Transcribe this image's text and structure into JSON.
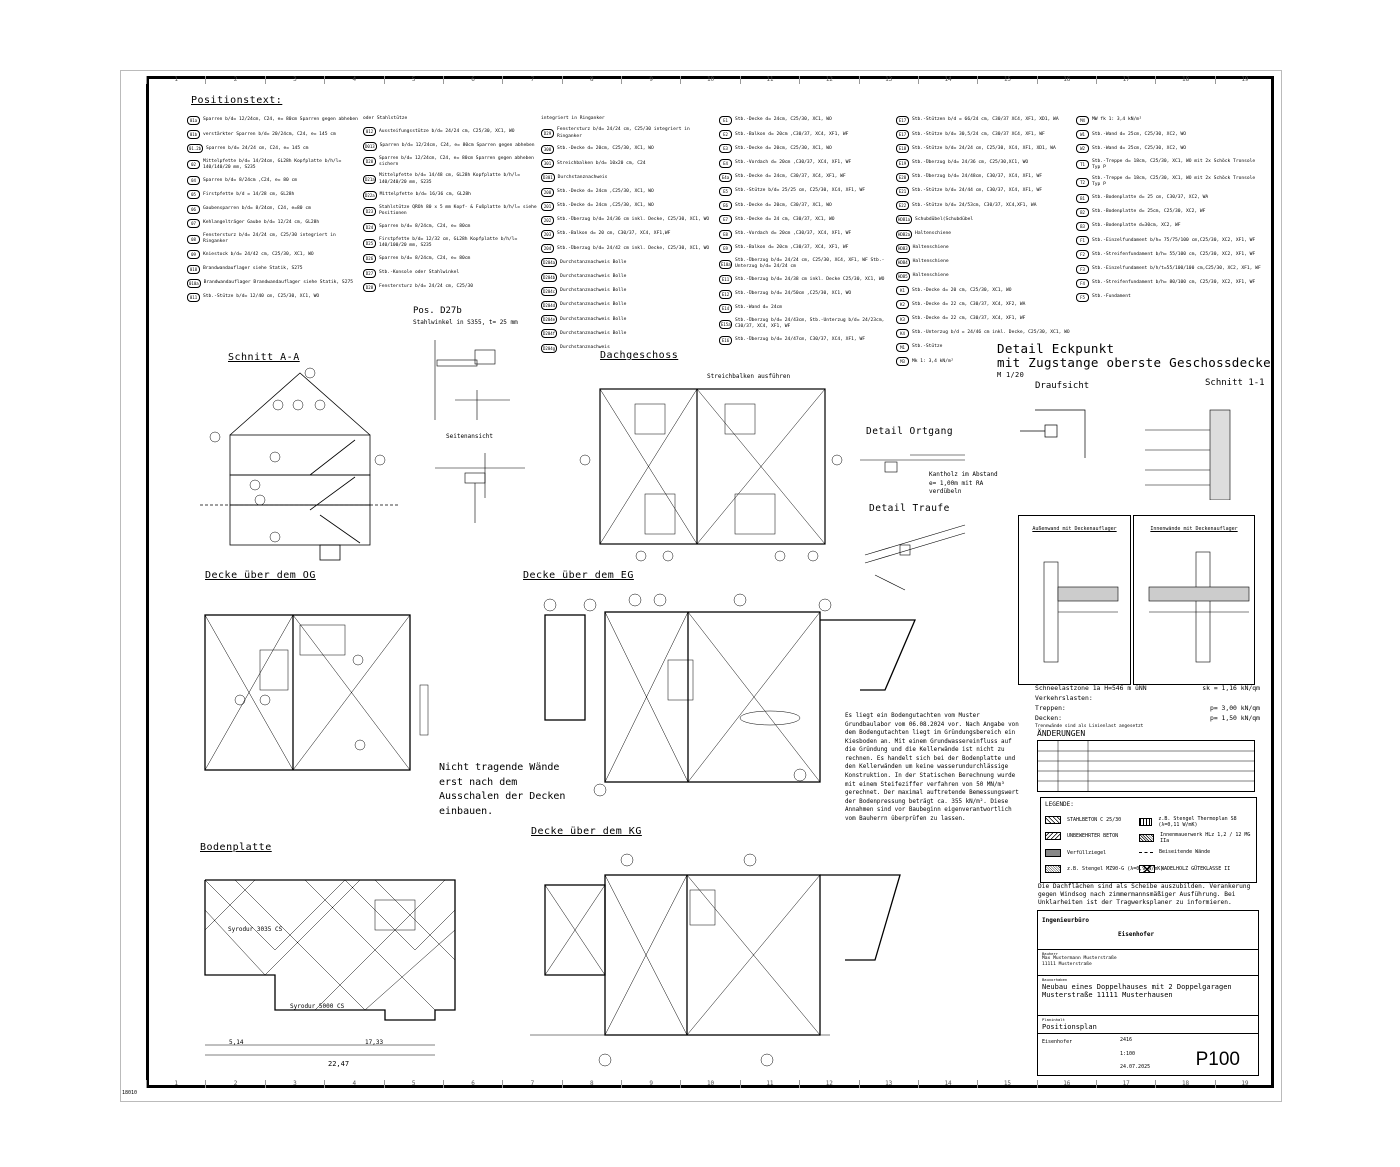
{
  "sheet": {
    "column_numbers": [
      "1",
      "2",
      "3",
      "4",
      "5",
      "6",
      "7",
      "8",
      "9",
      "10",
      "11",
      "12",
      "13",
      "14",
      "15",
      "16",
      "17",
      "18",
      "19"
    ],
    "corner_label": "18010"
  },
  "position_text": {
    "title": "Positionstext:",
    "col1": [
      {
        "tag": "01a",
        "text": "Sparren b/d= 12/24cm, C24, e= 80cm Sparren gegen abheben"
      },
      {
        "tag": "01b",
        "text": "verstärkter Sparren b/d= 20/24cm, C24, e= 145 cm"
      },
      {
        "tag": "01.2b",
        "text": "Sparren b/d= 24/24 cm, C24, e= 145 cm"
      },
      {
        "tag": "02",
        "text": "Mittelpfette b/d= 14/24cm, GL28h Kopfplatte b/h/l= 140/140/20 mm, S235"
      },
      {
        "tag": "04",
        "text": "Sparren b/d= 8/24cm ,C24, e= 80 cm"
      },
      {
        "tag": "05",
        "text": "Firstpfette b/d = 14/28 cm, GL28h"
      },
      {
        "tag": "06",
        "text": "Gaubensparren b/d= 8/24cm, C24, e=80 cm"
      },
      {
        "tag": "07",
        "text": "Kehlangelträger Gaube b/d= 12/24 cm, GL28h"
      },
      {
        "tag": "08",
        "text": "Fenstersturz b/d= 24/24 cm, C25/30 integriert in Ringanker"
      },
      {
        "tag": "09",
        "text": "Kniestock b/d= 24/42 cm, C25/30, XC1, WO"
      },
      {
        "tag": "010",
        "text": "Brandwandauflager siehe Statik, S275"
      },
      {
        "tag": "010a",
        "text": "Brandwandauflager Brandwandauflager siehe Statik, S275"
      },
      {
        "tag": "011",
        "text": "Stb.-Stütze b/d= 12/40 cm, C25/30, XC1, WO"
      }
    ],
    "col2": [
      {
        "tag": "",
        "text": "oder Stahlstütze"
      },
      {
        "tag": "012",
        "text": "Aussteifungsstütze b/d= 24/24 cm, C25/30, XC1, WO"
      },
      {
        "tag": "D013",
        "text": "Sparren b/d= 12/24cm, C24, e= 80cm Sparren gegen abheben"
      },
      {
        "tag": "D20",
        "text": "Sparren b/d= 12/24cm, C24, e= 80cm Sparren gegen abheben sichern"
      },
      {
        "tag": "D21a",
        "text": "Mittelpfette b/d= 14/48 cm, GL28h Kopfplatte b/h/l= 140/240/20 mm, S235"
      },
      {
        "tag": "D22a",
        "text": "Mittelpfette b/d= 16/36 cm, GL28h"
      },
      {
        "tag": "D23",
        "text": "Stahlstütze QROh 80 x 5 mm Kopf- & Fußplatte b/h/l= siehe Positionen"
      },
      {
        "tag": "D24",
        "text": "Sparren b/d= 8/24cm, C24, e= 80cm"
      },
      {
        "tag": "D25",
        "text": "Firstpfette b/d= 12/32 cm, GL28h Kopfplatte b/h/l= 140/100/20 mm, S235"
      },
      {
        "tag": "D26",
        "text": "Sparren b/d= 8/24cm, C24, e= 80cm"
      },
      {
        "tag": "D27",
        "text": "Stb.-Konsole oder Stahlwinkel"
      },
      {
        "tag": "D28",
        "text": "Fenstersturz b/d= 24/24 cm, C25/30"
      }
    ],
    "col3": [
      {
        "tag": "",
        "text": "integriert in Ringanker"
      },
      {
        "tag": "D29",
        "text": "Fenstersturz b/d= 24/24 cm, C25/30 integriert in Ringanker"
      },
      {
        "tag": "300",
        "text": "Stb.-Decke d= 20cm, C25/30, XC1, WO"
      },
      {
        "tag": "301",
        "text": "Streichbalken b/d= 10x20 cm, C24"
      },
      {
        "tag": "D301",
        "text": "Durchstanznachweis"
      },
      {
        "tag": "200",
        "text": "Stb.-Decke d= 24cm ,C25/30, XC1, WO"
      },
      {
        "tag": "201",
        "text": "Stb.-Decke d= 24cm ,C25/30, XC1, WO"
      },
      {
        "tag": "202",
        "text": "Stb.-Überzug b/d= 24/36 cm inkl. Decke, C25/30, XC1, WO"
      },
      {
        "tag": "203",
        "text": "Stb.-Balkon d= 20 cm, C30/37, XC4, XF1,WF"
      },
      {
        "tag": "204",
        "text": "Stb.-Überzug b/d= 24/42 cm inkl. Decke, C25/30, XC1, WO"
      },
      {
        "tag": "D204a",
        "text": "Durchstanznachweis Bolle"
      },
      {
        "tag": "D204b",
        "text": "Durchstanznachweis Bolle"
      },
      {
        "tag": "D204c",
        "text": "Durchstanznachweis Bolle"
      },
      {
        "tag": "D204d",
        "text": "Durchstanznachweis Bolle"
      },
      {
        "tag": "D204e",
        "text": "Durchstanznachweis Bolle"
      },
      {
        "tag": "D204f",
        "text": "Durchstanznachweis Bolle"
      },
      {
        "tag": "D204g",
        "text": "Durchstanznachweis"
      }
    ],
    "col4": [
      {
        "tag": "E1",
        "text": "Stb.-Decke d= 24cm, C25/30, XC1, WO"
      },
      {
        "tag": "E2",
        "text": "Stb.-Balkon d= 20cm ,C30/37, XC4, XF1, WF"
      },
      {
        "tag": "E3",
        "text": "Stb.-Decke d= 20cm, C25/30, XC1, WO"
      },
      {
        "tag": "E4",
        "text": "Stb.-Vordach d= 20cm ,C30/37, XC4, XF1, WF"
      },
      {
        "tag": "E4a",
        "text": "Stb.-Decke d= 24cm, C30/37, XC4, XF1, WF"
      },
      {
        "tag": "E5",
        "text": "Stb.-Stütze b/d= 25/25 cm, C25/30, XC4, XF1, WF"
      },
      {
        "tag": "E6",
        "text": "Stb.-Decke d= 20cm, C30/37, XC1, WO"
      },
      {
        "tag": "E7",
        "text": "Stb.-Decke d= 24 cm, C30/37, XC1, WO"
      },
      {
        "tag": "E8",
        "text": "Stb.-Vordach d= 20cm ,C30/37, XC4, XF1, WF"
      },
      {
        "tag": "E9",
        "text": "Stb.-Balkon d= 20cm ,C30/37, XC4, XF1, WF"
      },
      {
        "tag": "E10a",
        "text": "Stb.-Überzug b/d= 24/24 cm, C25/30, XC4, XF1, WF Stb.-Unterzug b/d= 24/24 cm"
      },
      {
        "tag": "E11",
        "text": "Stb.-Überzug b/d= 24/38 cm inkl. Decke C25/30, XC1, WO"
      },
      {
        "tag": "E12",
        "text": "Stb.-Überzug b/d= 24/50cm ,C25/30, XC1, WO"
      },
      {
        "tag": "E14",
        "text": "Stb.-Wand d= 24cm"
      },
      {
        "tag": "E15a",
        "text": "Stb.-Überzug b/d= 24/43cm, Stb.-Unterzug b/d= 24/23cm, C30/37, XC4, XF1, WF"
      },
      {
        "tag": "E16",
        "text": "Stb.-Überzug b/d= 24/47cm, C30/37, XC4, XF1, WF"
      }
    ],
    "col5": [
      {
        "tag": "E17",
        "text": "Stb.-Stützen b/d = 66/24 cm, C30/37 XC4, XF1, XD1, WA"
      },
      {
        "tag": "E17",
        "text": "Stb.-Stütze b/d= 30,5/24 cm, C30/37 XC4, XF1, WF"
      },
      {
        "tag": "E18",
        "text": "Stb.-Stütze b/d= 24/24 cm, C25/30, XC4, XF1, XD1, WA"
      },
      {
        "tag": "E19",
        "text": "Stb.-Überzug b/d= 24/36 cm, C25/30,XC1, WO"
      },
      {
        "tag": "E20",
        "text": "Stb.-Überzug b/d= 24/48cm, C30/37, XC4, XF1, WF"
      },
      {
        "tag": "E21",
        "text": "Stb.-Stütze b/d= 24/44 cm, C30/37, XC4, XF1, WF"
      },
      {
        "tag": "E22",
        "text": "Stb.-Stütze b/d= 24/53cm, C30/37, XC4,XF1, WA"
      },
      {
        "tag": "HDB1a",
        "text": "Schubdübel(Schubdübel"
      },
      {
        "tag": "HDB2a",
        "text": "Haltenschiene"
      },
      {
        "tag": "HDB3",
        "text": "Haltenschiene"
      },
      {
        "tag": "HDB4",
        "text": "Haltenschiene"
      },
      {
        "tag": "HDB5",
        "text": "Haltenschiene"
      },
      {
        "tag": "K1",
        "text": "Stb.-Decke d= 20 cm, C25/30, XC1, WO"
      },
      {
        "tag": "K2",
        "text": "Stb.-Decke d= 22 cm, C30/37, XC4, XF2, WA"
      },
      {
        "tag": "K3",
        "text": "Stb.-Decke d= 22 cm, C30/37, XC4, XF1, WF"
      },
      {
        "tag": "K4",
        "text": "Stb.-Unterzug b/d = 24/46 cm inkl. Decke, C25/30, XC1, WO"
      },
      {
        "tag": "M1",
        "text": "Stb.-Stütze"
      },
      {
        "tag": "M3",
        "text": "Mk 1: 3,4 kN/m²"
      }
    ],
    "col6": [
      {
        "tag": "M4",
        "text": "MW fk 1: 3,4 kN/m²"
      },
      {
        "tag": "W1",
        "text": "Stb.-Wand d= 25cm, C25/30, XC2, WO"
      },
      {
        "tag": "W2",
        "text": "Stb.-Wand d= 25cm, C25/30, XC2, WO"
      },
      {
        "tag": "T1",
        "text": "Stb.-Treppe d= 18cm, C25/30, XC1, WO mit 2x Schöck Tronsole Typ P"
      },
      {
        "tag": "T2",
        "text": "Stb.-Treppe d= 18cm, C25/30, XC1, WO mit 2x Schöck Tronsole Typ P"
      },
      {
        "tag": "B1",
        "text": "Stb.-Bodenplatte d= 25 cm, C30/37, XC2, WA"
      },
      {
        "tag": "B2",
        "text": "Stb.-Bodenplatte d= 25cm, C25/30, XC2, WF"
      },
      {
        "tag": "B3",
        "text": "Stb.-Bodenplatte d=30cm, XC2, WF"
      },
      {
        "tag": "F1",
        "text": "Stb.-Einzelfundament b/h= 75/75/100 cm,C25/30, XC2, XF1, WF"
      },
      {
        "tag": "F2",
        "text": "Stb.-Streifenfundament b/h= 55/100 cm, C25/30, XC2, XF1, WF"
      },
      {
        "tag": "F3",
        "text": "Stb.-Einzelfundament b/h/t=55/100/100 cm,C25/30, XC2, XF1, WF"
      },
      {
        "tag": "F4",
        "text": "Stb.-Streifenfundament b/h= 80/100 cm, C25/30, XC2, XF1, WF"
      },
      {
        "tag": "F5",
        "text": "Stb.-Fundament"
      }
    ]
  },
  "sections": {
    "schnitt": "Schnitt A-A",
    "pos027b": "Pos. D27b",
    "pos027b_sub": "Stahlwinkel in S355, t= 25 mm",
    "seitenansicht": "Seitenansicht",
    "dachgeschoss": "Dachgeschoss",
    "streichbalken": "Streichbalken ausführen",
    "decke_og": "Decke über dem OG",
    "decke_eg": "Decke über dem EG",
    "decke_kg": "Decke über dem KG",
    "bodenplatte": "Bodenplatte",
    "detail_ortgang": "Detail Ortgang",
    "detail_traufe": "Detail Traufe",
    "kantholz": "Kantholz im Abstand e= 1,00m mit RA verdübeln",
    "nicht_tragende": "Nicht tragende Wände erst nach dem Ausschalen der Decken einbauen.",
    "detail_eckpunkt_1": "Detail Eckpunkt",
    "detail_eckpunkt_2": "mit Zugstange oberste Geschossdecke",
    "detail_eckpunkt_scale": "M 1/20",
    "draufsicht": "Draufsicht",
    "schnitt11": "Schnitt 1-1",
    "aussenwand": "Außenwand mit Deckenauflager",
    "innenwaende": "Innenwände mit Deckenauflager",
    "syrodur1": "Syrodur 3035 CS",
    "syrodur2": "Syrodur 5000 CS",
    "dim_total": "22,47",
    "dim_a": "5,14",
    "dim_b": "17,33"
  },
  "soil_note": "Es liegt ein Bodengutachten vom Muster Grundbaulabor vom 06.08.2024 vor. Nach Angabe von dem Bodengutachten liegt im Gründungsbereich ein Kiesboden an. Mit einem Grundwassereinfluss auf die Gründung und die Kellerwände ist nicht zu rechnen. Es handelt sich bei der Bodenplatte und den Kellerwänden um keine wasserundurchlässige Konstruktion. In der Statischen Berechnung wurde mit einem Steifeziffer verfahren von 50 MN/m³ gerechnet. Der maximal auftretende Bemessungswert der Bodenpressung beträgt ca. 355 kN/m². Diese Annahmen sind vor Baubeginn eigenverantwortlich vom Bauherrn überprüfen zu lassen.",
  "loads": {
    "snow": "Schneelastzone 1a H=546 m üNN",
    "snow_val": "sk = 1,16 kN/qm",
    "verkehr": "Verkehrslasten:",
    "treppen": "Treppen:",
    "treppen_val": "p= 3,00 kN/qm",
    "decken": "Decken:",
    "decken_val": "p= 1,50 kN/qm",
    "trennwaende": "Trennwände sind als Linienlast angesetzt"
  },
  "aenderungen": "ÄNDERUNGEN",
  "legend": {
    "title": "LEGENDE:",
    "items": [
      "STAHLBETON C 25/30",
      "z.B. Stengel Thermoplan S8 (λ=0,11 W/mK)",
      "UNBEWEHRTER BETON",
      "Innenmauerwerk HLz 1,2 / 12 MG IIa",
      "Verfüllziegel",
      "Beiseitende Wände",
      "z.B. Stengel MZ90-G (λ=0,9 W/mK)",
      "NADELHOLZ GÜTEKLASSE II"
    ]
  },
  "roof_note": "Die Dachflächen sind als Scheibe auszubilden. Verankerung gegen Windsog nach zimmermannsmäßiger Ausführung. Bei Unklarheiten ist der Tragwerksplaner zu informieren.",
  "title_block": {
    "office_1": "Ingenieurbüro",
    "office_2": "Eisenhofer",
    "bauherr_label": "Bauherr",
    "bauherr": "Max Mustermann Musterstraße 11111 Musterstraße",
    "vorhaben_label": "Bauvorhaben",
    "vorhaben": "Neubau eines Doppelhauses mit 2 Doppelgaragen Musterstraße 11111 Musterhausen",
    "planinhalt_label": "Planinhalt",
    "planinhalt": "Positionsplan",
    "projekt_nr": "2416",
    "massstab": "1:100",
    "datum": "24.07.2025",
    "bearbeiter": "Eisenhofer",
    "plan_nr": "P100"
  }
}
